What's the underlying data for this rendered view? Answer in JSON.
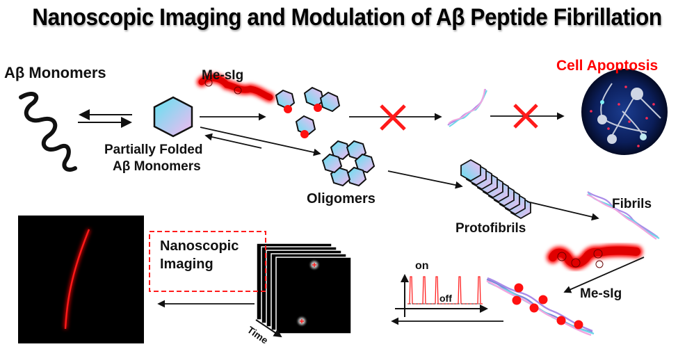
{
  "title": "Nanoscopic Imaging and Modulation of Aβ Peptide Fibrillation",
  "labels": {
    "monomers": "Aβ Monomers",
    "mesig_top": "Me-sIg",
    "partially_folded_line1": "Partially Folded",
    "partially_folded_line2": "Aβ Monomers",
    "oligomers": "Oligomers",
    "protofibrils": "Protofibrils",
    "fibrils": "Fibrils",
    "cell_apoptosis": "Cell Apoptosis",
    "mesig_bottom": "Me-sIg",
    "nanoscopic_line1": "Nanoscopic",
    "nanoscopic_line2": "Imaging",
    "time": "Time",
    "on": "on",
    "off": "off"
  },
  "colors": {
    "accent_red": "#ff1a1a",
    "cell_apoptosis_text": "#ff0000",
    "hex_cyan": "#5fe3f0",
    "hex_pink": "#f7b8f0",
    "arrow": "#111111"
  },
  "icons": {
    "blocked": "red-x-icon",
    "inhibited_pathway_count": 2
  }
}
